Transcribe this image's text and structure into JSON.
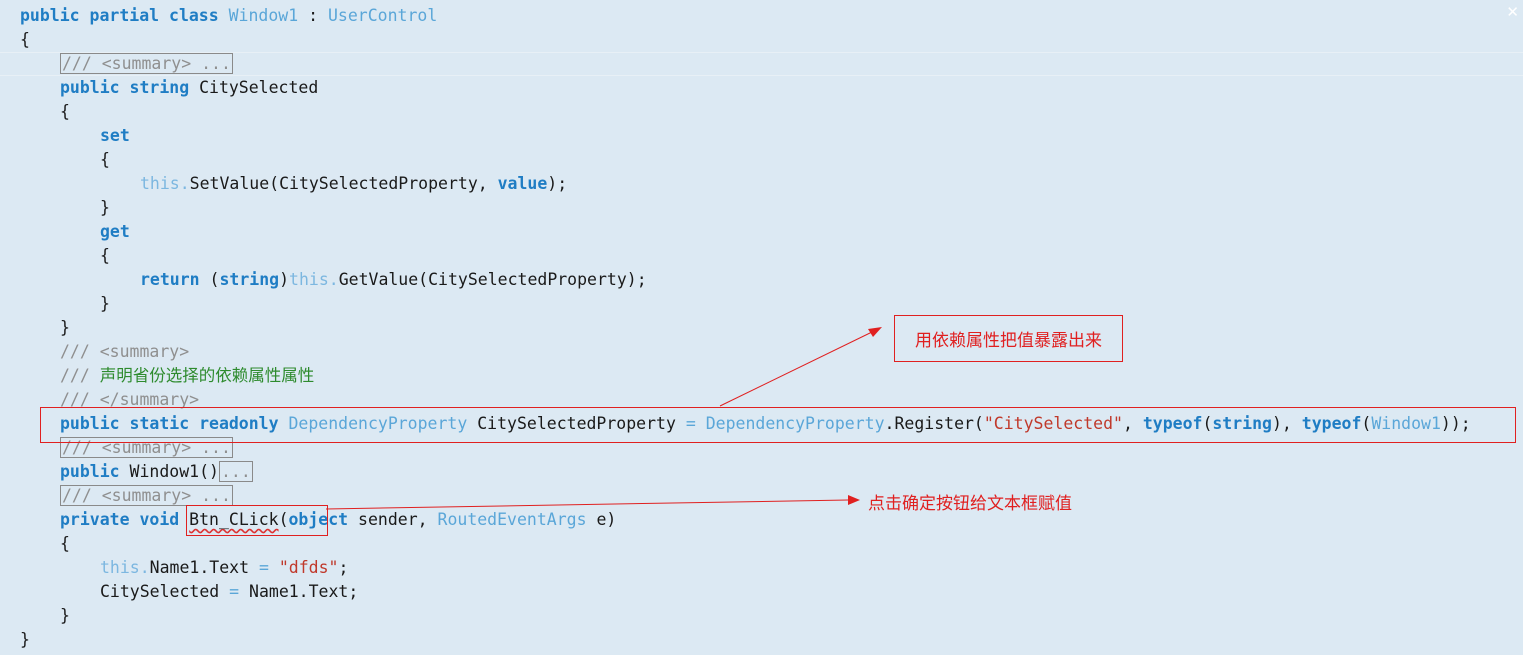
{
  "code": {
    "l1": {
      "kw": "public partial class",
      "name": " Window1",
      "sep": " : ",
      "base": "UserControl"
    },
    "l2": "{",
    "l3": "/// <summary> ...",
    "l4": {
      "kw": "public string",
      "name": " CitySelected"
    },
    "l5": "{",
    "l6": "set",
    "l7": "{",
    "l8": {
      "this": "this.",
      "call": "SetValue(CitySelectedProperty, ",
      "kw": "value",
      "end": ");"
    },
    "l9": "}",
    "l10": "get",
    "l11": "{",
    "l12": {
      "kw": "return",
      "p1": " (",
      "kw2": "string",
      "p2": ")",
      "this": "this.",
      "call": "GetValue(CitySelectedProperty);"
    },
    "l13": "}",
    "l14": "}",
    "l15": "/// <summary>",
    "l16": {
      "prefix": "/// ",
      "text": "声明省份选择的依赖属性属性"
    },
    "l17": "/// </summary>",
    "l18": {
      "kw": "public static readonly",
      "type": " DependencyProperty",
      "name": " CitySelectedProperty ",
      "eq": "=",
      "type2": " DependencyProperty",
      "call": ".Register(",
      "str": "\"CitySelected\"",
      "c1": ", ",
      "kw2": "typeof",
      "p1": "(",
      "kw3": "string",
      "p2": "), ",
      "kw4": "typeof",
      "p3": "(",
      "type3": "Window1",
      "p4": "));"
    },
    "l19": "/// <summary> ...",
    "l20": {
      "kw": "public",
      "name": " Window1()",
      "dots": "..."
    },
    "l21": "/// <summary> ...",
    "l22": {
      "kw": "private void",
      "sp": " ",
      "method": "Btn_CLick",
      "p1": "(",
      "kw2": "object",
      "mid": " sender, ",
      "type": "RoutedEventArgs",
      "end": " e)"
    },
    "l23": "{",
    "l24": {
      "this": "this.",
      "body": "Name1.Text ",
      "eq": "=",
      "sp": " ",
      "str": "\"dfds\"",
      "end": ";"
    },
    "l25": {
      "a": "CitySelected ",
      "eq": "=",
      "b": " Name1.Text;"
    },
    "l26": "}",
    "l27": "}"
  },
  "annotations": {
    "expose": "用依赖属性把值暴露出来",
    "click": "点击确定按钮给文本框赋值"
  },
  "close_glyph": "✕",
  "colors": {
    "keyword": "#1f7dc4",
    "type": "#5aa6d8",
    "comment": "#8f8f8f",
    "string": "#c0392b",
    "annotation": "#e02020",
    "background": "#dce9f3"
  }
}
